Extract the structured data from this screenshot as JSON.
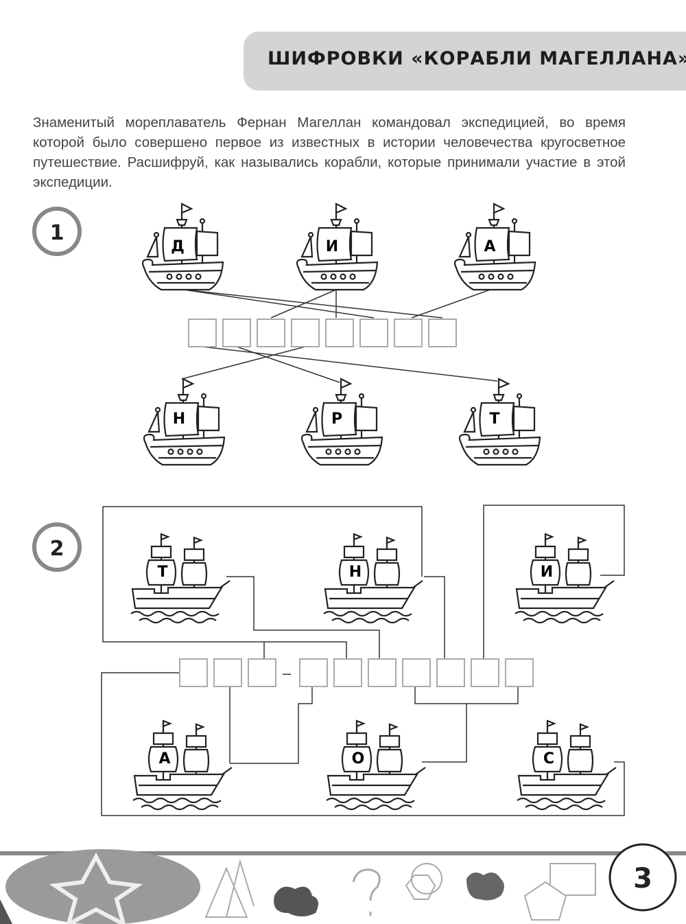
{
  "title": "ШИФРОВКИ «КОРАБЛИ МАГЕЛЛАНА»",
  "intro": "Знаменитый мореплаватель Фернан Магеллан командовал экспедицией, во время которой было совершено первое из известных в истории человечества кругосветное путешествие. Расшифруй, как назывались корабли, которые принимали участие в этой экспедиции.",
  "task1": {
    "number": "1",
    "top_letters": [
      "Д",
      "И",
      "А"
    ],
    "bottom_letters": [
      "Н",
      "Р",
      "Т"
    ],
    "box_count": 8
  },
  "task2": {
    "number": "2",
    "top_letters": [
      "Т",
      "Н",
      "И"
    ],
    "bottom_letters": [
      "А",
      "О",
      "С"
    ],
    "dash": "–",
    "box_count": 10
  },
  "page_number": "3"
}
